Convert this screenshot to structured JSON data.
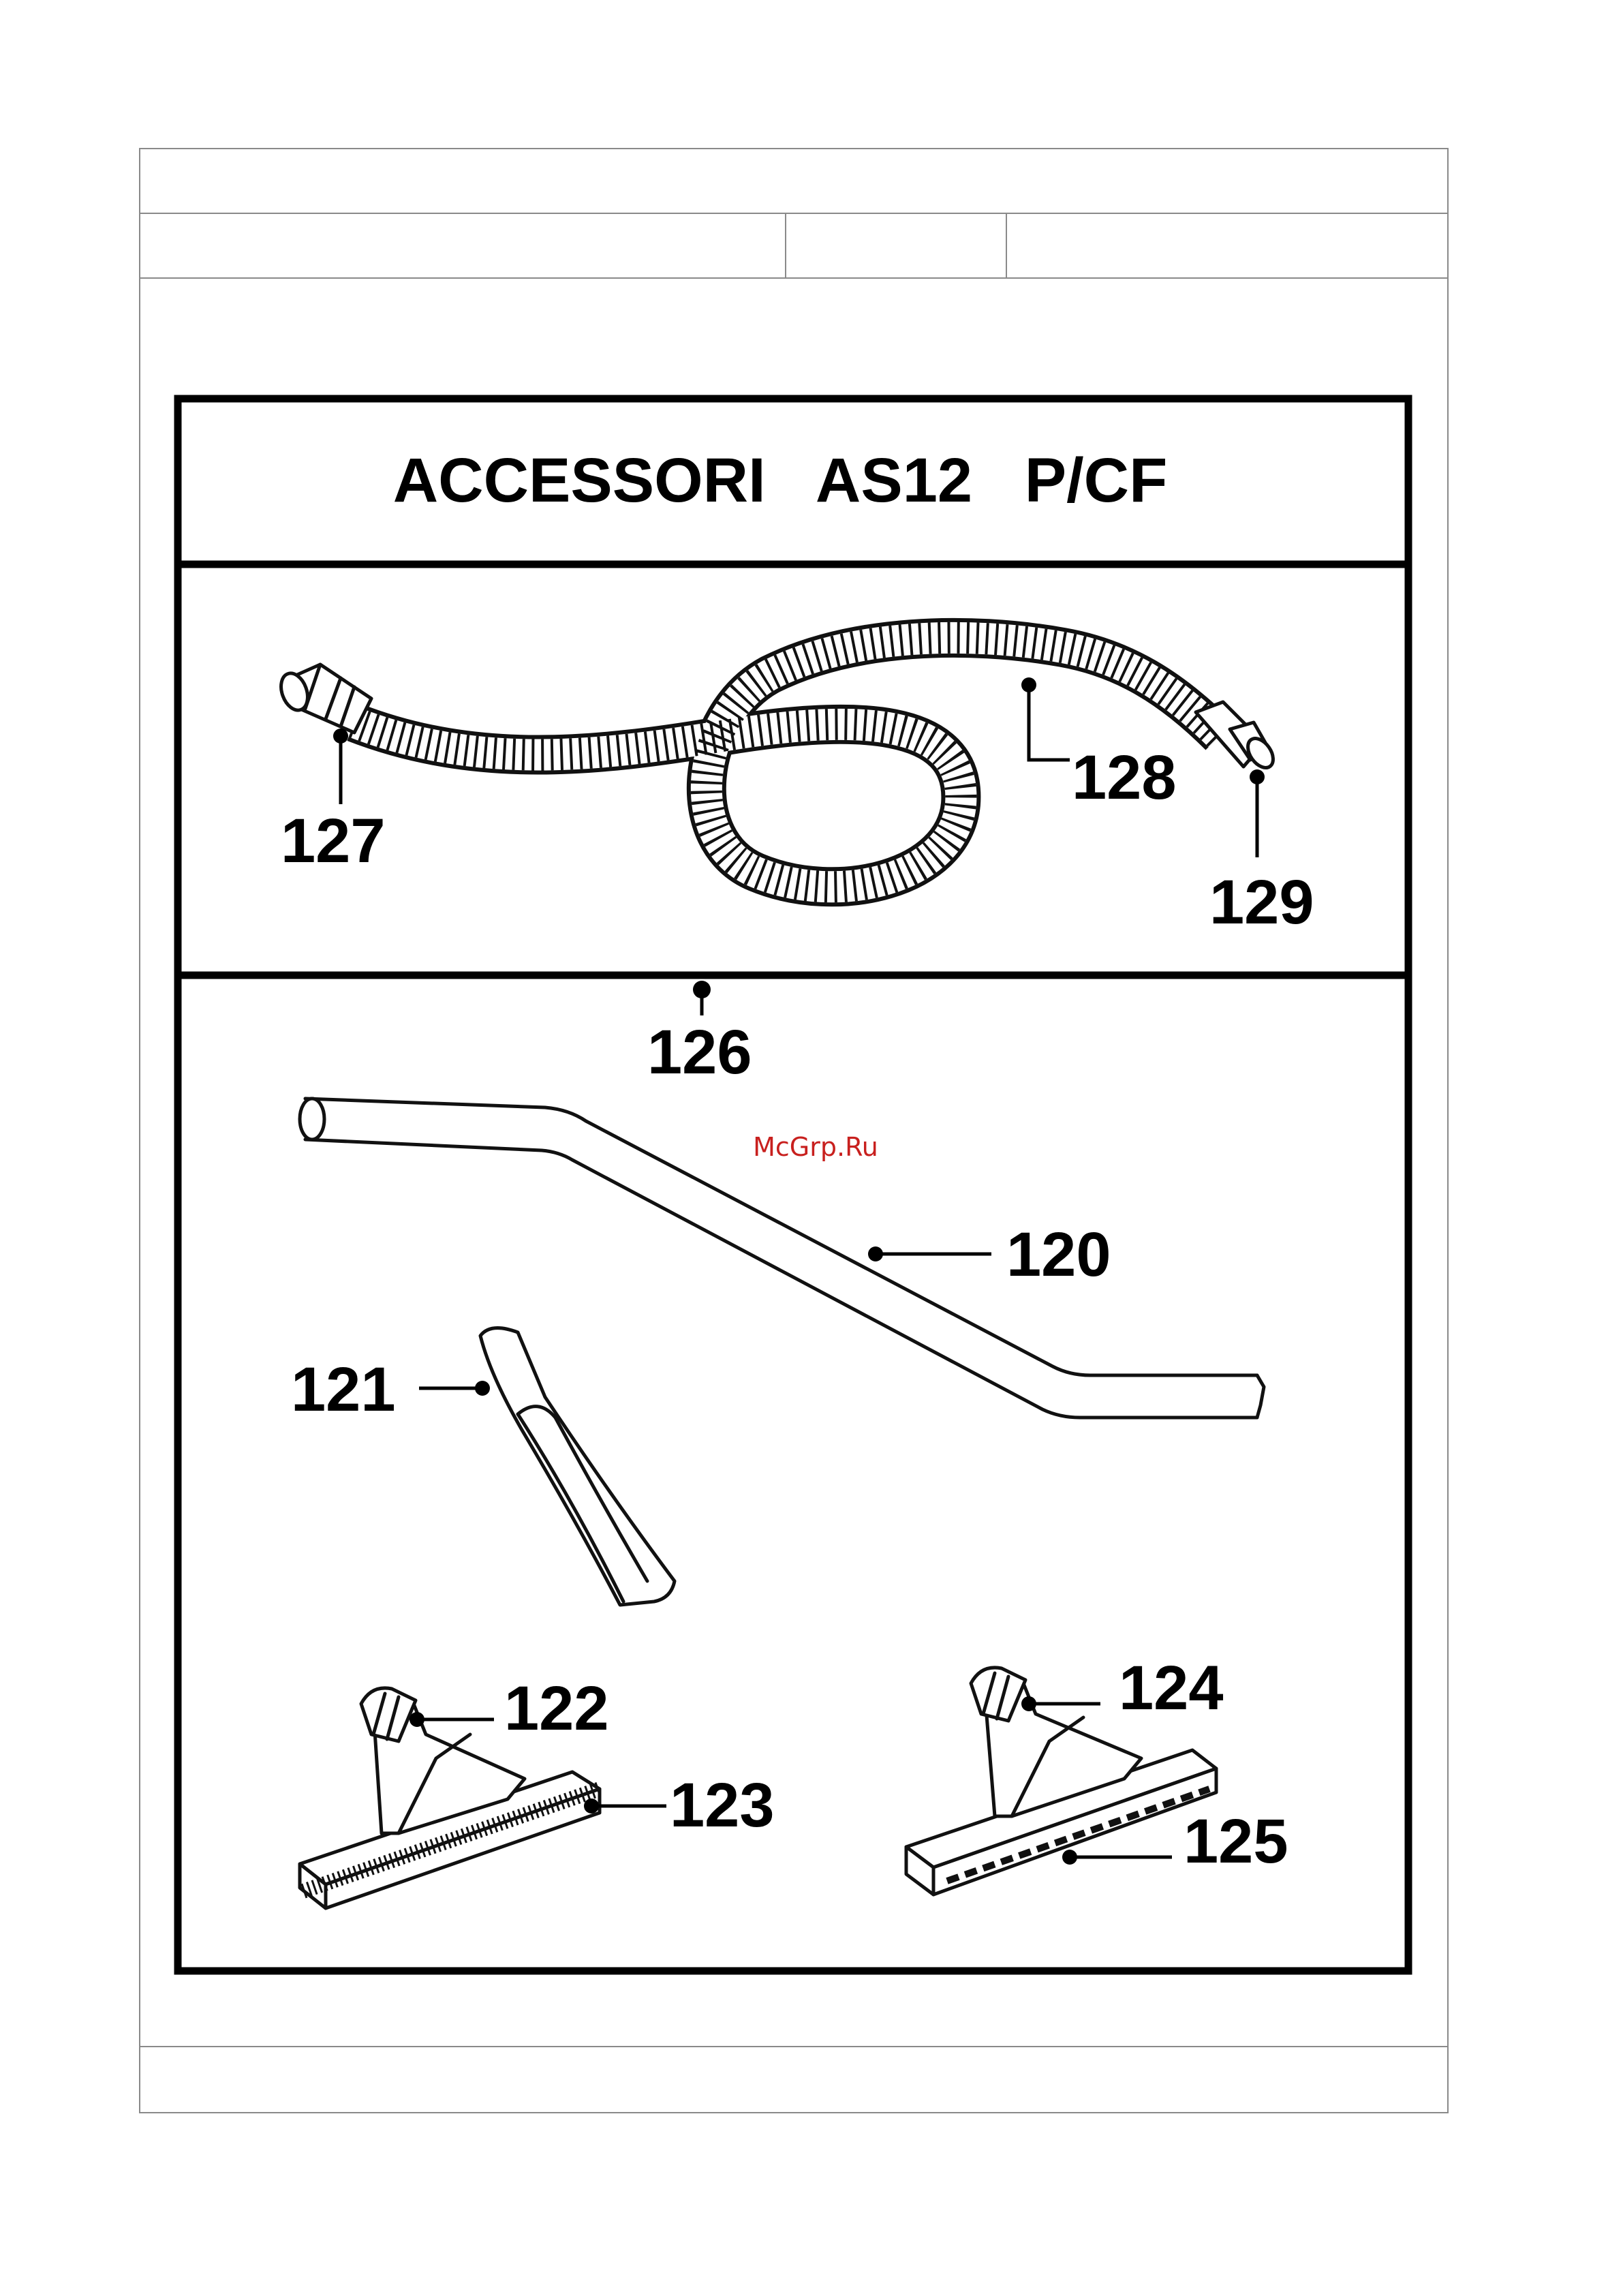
{
  "header": {
    "title": "ACCESSORI   AS12   P/CF"
  },
  "watermark": "McGrp.Ru",
  "parts": [
    {
      "id": "hose-connector-left",
      "label": "127"
    },
    {
      "id": "hose",
      "label": "128"
    },
    {
      "id": "hose-end",
      "label": "129"
    },
    {
      "id": "hose-kit",
      "label": "126"
    },
    {
      "id": "wand",
      "label": "120"
    },
    {
      "id": "crevice-tool",
      "label": "121"
    },
    {
      "id": "brush-nozzle-body",
      "label": "122"
    },
    {
      "id": "brush-strip",
      "label": "123"
    },
    {
      "id": "squeegee-nozzle-body",
      "label": "124"
    },
    {
      "id": "squeegee-strip",
      "label": "125"
    }
  ],
  "colors": {
    "line": "#000000",
    "frame": "#8a8a8a",
    "watermark": "#c8201e"
  }
}
